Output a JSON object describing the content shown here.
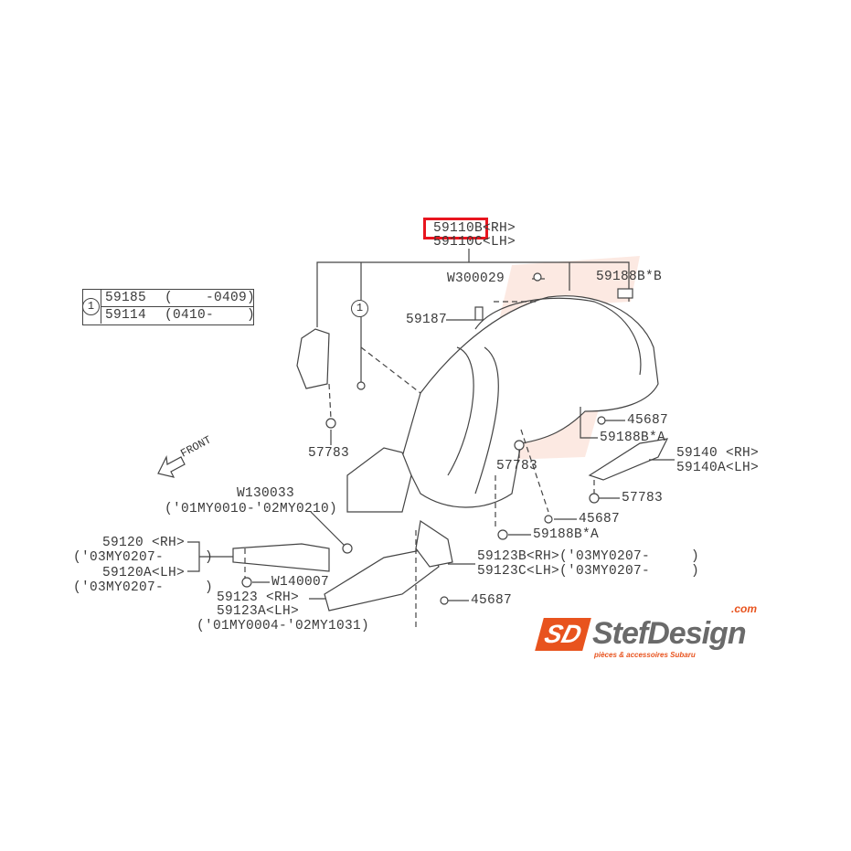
{
  "diagram": {
    "highlighted_part": "59110B",
    "main_part": {
      "rh": "59110B<RH>",
      "lh": "59110C<LH>"
    },
    "legend_table": {
      "marker": "1",
      "rows": [
        {
          "part": "59185",
          "range": "(    -0409)"
        },
        {
          "part": "59114",
          "range": "(0410-    )"
        }
      ]
    },
    "ref_marker": "1",
    "front_label": "FRONT",
    "callouts": {
      "w300029": "W300029",
      "p59188b_b": "59188B*B",
      "p59187": "59187",
      "p45687_a": "45687",
      "p59188b_a1": "59188B*A",
      "p57783_a": "57783",
      "p57783_b": "57783",
      "p59140_rh": "59140 <RH>",
      "p59140a_lh": "59140A<LH>",
      "p57783_c": "57783",
      "w130033": "W130033",
      "w130033_range": "('01MY0010-'02MY0210)",
      "p45687_b": "45687",
      "p59188b_a2": "59188B*A",
      "p59120_rh": "59120 <RH>",
      "p59120_range": "('03MY0207-     )",
      "p59120a_lh": "59120A<LH>",
      "p59120a_range": "('03MY0207-     )",
      "w140007": "W140007",
      "p59123b": "59123B<RH>('03MY0207-     )",
      "p59123c": "59123C<LH>('03MY0207-     )",
      "p45687_c": "45687",
      "p59123_rh": "59123 <RH>",
      "p59123a_lh": "59123A<LH>",
      "p59123_range": "('01MY0004-'02MY1031)"
    }
  },
  "branding": {
    "logo_mark": "SD",
    "name": "StefDesign",
    "domain": ".com",
    "tagline": "pièces & accessoires Subaru",
    "accent": "#e8531e",
    "highlight": "#e8151f"
  }
}
